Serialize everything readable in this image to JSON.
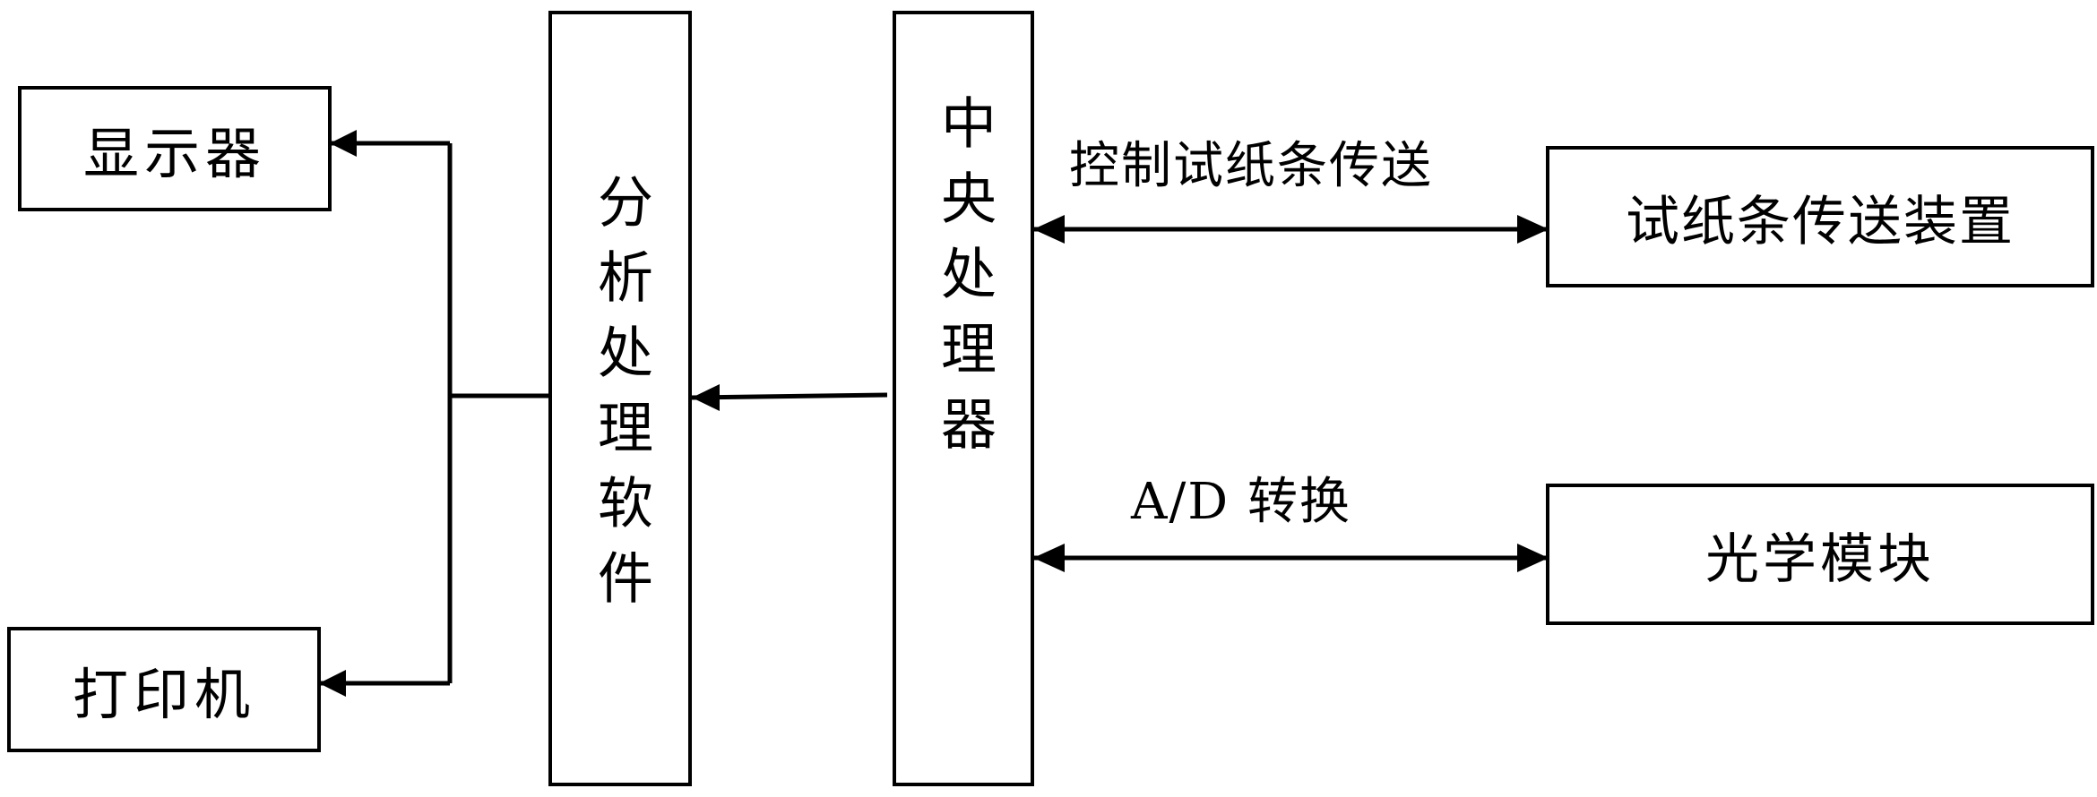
{
  "nodes": {
    "display": "显示器",
    "printer": "打印机",
    "analysis_software": "分析处理软件",
    "cpu": "中央处理器",
    "strip_transport_device": "试纸条传送装置",
    "optical_module": "光学模块"
  },
  "edges": {
    "control_strip_transport": "控制试纸条传送",
    "ad_conversion": "A/D 转换"
  },
  "colors": {
    "line": "#000000",
    "background": "#ffffff"
  }
}
